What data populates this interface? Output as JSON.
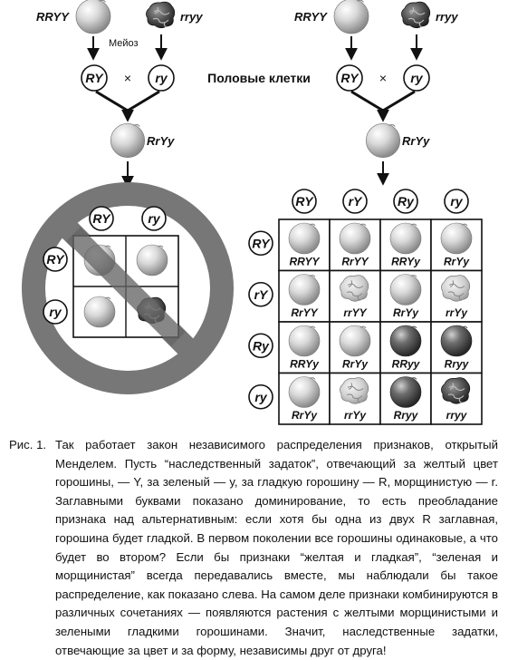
{
  "top": {
    "left_parent1": "RRYY",
    "left_parent2": "rryy",
    "right_parent1": "RRYY",
    "right_parent2": "rryy",
    "meiosis": "Мейоз",
    "gamete1": "RY",
    "gamete2": "ry",
    "cross": "×",
    "center_label": "Половые клетки",
    "f1": "RrYy"
  },
  "left_square": {
    "cols": [
      "RY",
      "ry"
    ],
    "rows": [
      "RY",
      "ry"
    ]
  },
  "right_square": {
    "cols": [
      "RY",
      "rY",
      "Ry",
      "ry"
    ],
    "rows": [
      "RY",
      "rY",
      "Ry",
      "ry"
    ],
    "cells": [
      [
        {
          "g": "RRYY",
          "pea": "yellow-round"
        },
        {
          "g": "RrYY",
          "pea": "yellow-round"
        },
        {
          "g": "RRYy",
          "pea": "yellow-round"
        },
        {
          "g": "RrYy",
          "pea": "yellow-round"
        }
      ],
      [
        {
          "g": "RrYY",
          "pea": "yellow-round"
        },
        {
          "g": "rrYY",
          "pea": "yellow-wrinkled"
        },
        {
          "g": "RrYy",
          "pea": "yellow-round"
        },
        {
          "g": "rrYy",
          "pea": "yellow-wrinkled"
        }
      ],
      [
        {
          "g": "RRYy",
          "pea": "yellow-round"
        },
        {
          "g": "RrYy",
          "pea": "yellow-round"
        },
        {
          "g": "RRyy",
          "pea": "green-round"
        },
        {
          "g": "Rryy",
          "pea": "green-round"
        }
      ],
      [
        {
          "g": "RrYy",
          "pea": "yellow-round"
        },
        {
          "g": "rrYy",
          "pea": "yellow-wrinkled"
        },
        {
          "g": "Rryy",
          "pea": "green-round"
        },
        {
          "g": "rryy",
          "pea": "green-wrinkled"
        }
      ]
    ]
  },
  "caption": {
    "number": "Рис. 1.",
    "text": "Так работает закон независимого распределения признаков, открытый Менделем. Пусть “наследственный задаток”, отвечающий за желтый цвет горошины, — Y, за зеленый — y, за гладкую горошину — R, морщинистую — r. Заглавными буквами показано доминирование, то есть преобладание признака над альтернативным: если хотя бы одна из двух R заглавная, горошина будет гладкой. В первом поколении все горошины одинаковые, а что будет во втором? Если бы признаки “желтая и гладкая”, “зеленая и морщинистая” всегда передавались вместе, мы наблюдали бы такое распределение, как показано слева. На самом деле признаки комбинируются в различных сочетаниях — появляются растения с желтыми морщинистыми и зелеными гладкими горошинами. Значит, наследственные задатки, отвечающие за цвет и за форму, независимы друг от друга!"
  }
}
